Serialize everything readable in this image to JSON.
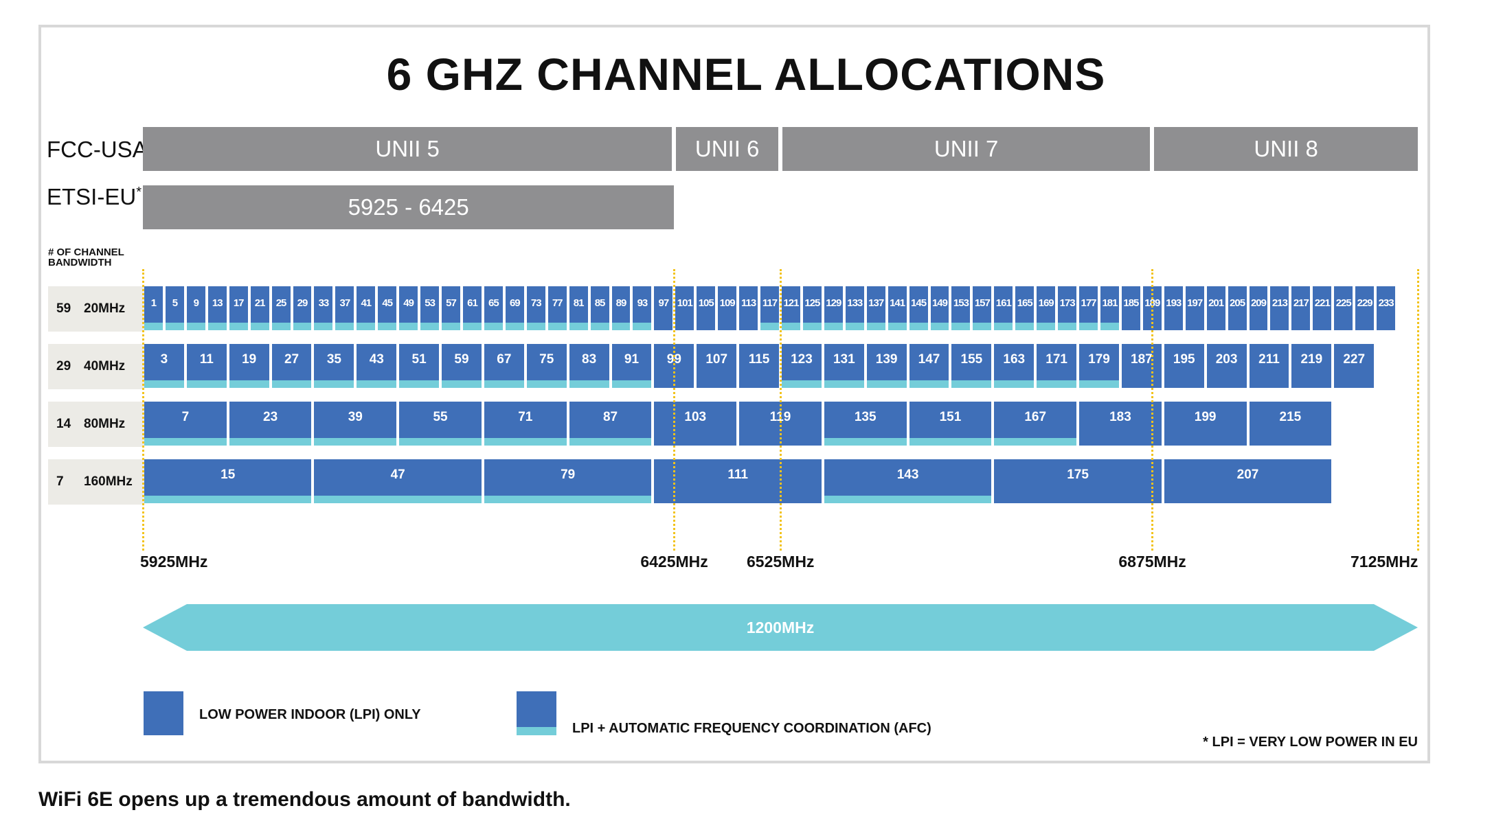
{
  "title": "6 GHZ CHANNEL ALLOCATIONS",
  "fcc": {
    "label": "FCC-USA",
    "bands": [
      {
        "name": "UNII 5",
        "start": 5925,
        "end": 6425
      },
      {
        "name": "UNII 6",
        "start": 6425,
        "end": 6525
      },
      {
        "name": "UNII 7",
        "start": 6525,
        "end": 6875
      },
      {
        "name": "UNII 8",
        "start": 6875,
        "end": 7125
      }
    ]
  },
  "etsi": {
    "label": "ETSI-EU",
    "asterisk": "*",
    "band": {
      "name": "5925 - 6425",
      "start": 5925,
      "end": 6425
    }
  },
  "bandwidth_header": [
    "# OF CHANNEL",
    "BANDWIDTH"
  ],
  "rows": [
    {
      "count": "59",
      "bandwidth": "20MHz",
      "width_mhz": 20,
      "channels": [
        "1",
        "5",
        "9",
        "13",
        "17",
        "21",
        "25",
        "29",
        "33",
        "37",
        "41",
        "45",
        "49",
        "53",
        "57",
        "61",
        "65",
        "69",
        "73",
        "77",
        "81",
        "85",
        "89",
        "93",
        "97",
        "101",
        "105",
        "109",
        "113",
        "117",
        "121",
        "125",
        "129",
        "133",
        "137",
        "141",
        "145",
        "149",
        "153",
        "157",
        "161",
        "165",
        "169",
        "173",
        "177",
        "181",
        "185",
        "189",
        "193",
        "197",
        "201",
        "205",
        "209",
        "213",
        "217",
        "221",
        "225",
        "229",
        "233"
      ],
      "afc": [
        true,
        true,
        true,
        true,
        true,
        true,
        true,
        true,
        true,
        true,
        true,
        true,
        true,
        true,
        true,
        true,
        true,
        true,
        true,
        true,
        true,
        true,
        true,
        true,
        false,
        false,
        false,
        false,
        false,
        true,
        true,
        true,
        true,
        true,
        true,
        true,
        true,
        true,
        true,
        true,
        true,
        true,
        true,
        true,
        true,
        true,
        false,
        false,
        false,
        false,
        false,
        false,
        false,
        false,
        false,
        false,
        false,
        false,
        false
      ]
    },
    {
      "count": "29",
      "bandwidth": "40MHz",
      "width_mhz": 40,
      "channels": [
        "3",
        "11",
        "19",
        "27",
        "35",
        "43",
        "51",
        "59",
        "67",
        "75",
        "83",
        "91",
        "99",
        "107",
        "115",
        "123",
        "131",
        "139",
        "147",
        "155",
        "163",
        "171",
        "179",
        "187",
        "195",
        "203",
        "211",
        "219",
        "227"
      ],
      "afc": [
        true,
        true,
        true,
        true,
        true,
        true,
        true,
        true,
        true,
        true,
        true,
        true,
        false,
        false,
        false,
        true,
        true,
        true,
        true,
        true,
        true,
        true,
        true,
        false,
        false,
        false,
        false,
        false,
        false
      ]
    },
    {
      "count": "14",
      "bandwidth": "80MHz",
      "width_mhz": 80,
      "channels": [
        "7",
        "23",
        "39",
        "55",
        "71",
        "87",
        "103",
        "119",
        "135",
        "151",
        "167",
        "183",
        "199",
        "215"
      ],
      "afc": [
        true,
        true,
        true,
        true,
        true,
        true,
        false,
        false,
        true,
        true,
        true,
        false,
        false,
        false
      ]
    },
    {
      "count": "7",
      "bandwidth": "160MHz",
      "width_mhz": 160,
      "channels": [
        "15",
        "47",
        "79",
        "111",
        "143",
        "175",
        "207"
      ],
      "afc": [
        true,
        true,
        true,
        false,
        true,
        false,
        false
      ]
    }
  ],
  "boundaries": [
    {
      "label": "5925MHz",
      "mhz": 5925
    },
    {
      "label": "6425MHz",
      "mhz": 6425
    },
    {
      "label": "6525MHz",
      "mhz": 6525
    },
    {
      "label": "6875MHz",
      "mhz": 6875
    },
    {
      "label": "7125MHz",
      "mhz": 7125
    }
  ],
  "span_label": "1200MHz",
  "legend": [
    {
      "label": "LOW POWER INDOOR (LPI) ONLY",
      "afc": false
    },
    {
      "label": "LPI + AUTOMATIC FREQUENCY COORDINATION (AFC)",
      "afc": true
    }
  ],
  "footnote": "* LPI = VERY LOW POWER IN EU",
  "caption": "WiFi 6E opens up a tremendous amount of bandwidth.",
  "colors": {
    "lpi": "#3f6fb8",
    "afc": "#74cdd9",
    "band_gray": "#8f8f91",
    "boundary": "#f2c31b"
  }
}
